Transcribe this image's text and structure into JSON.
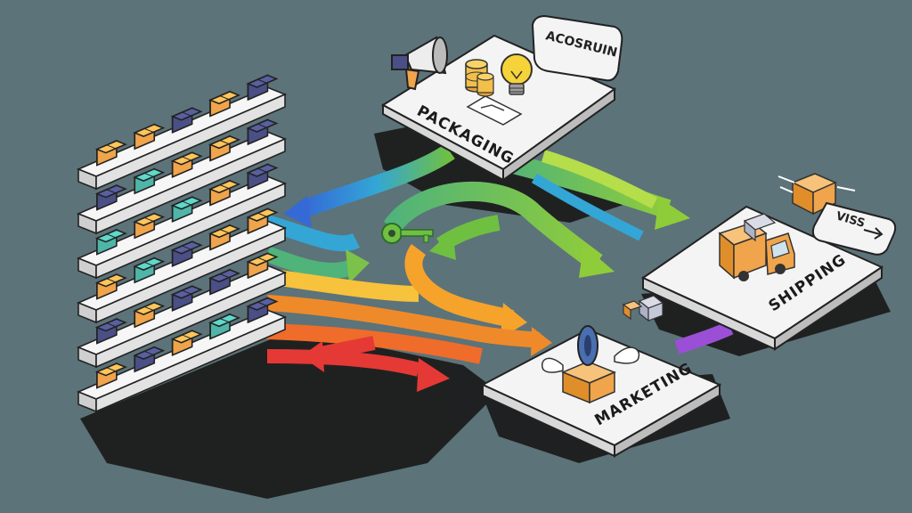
{
  "nodes": {
    "packaging": {
      "label": "PACKAGING"
    },
    "shipping": {
      "label": "SHIPPING"
    },
    "marketing": {
      "label": "MARKETING"
    }
  },
  "bubbles": {
    "top": {
      "text": "ACOSRUIN"
    },
    "right": {
      "text": "VISS"
    }
  },
  "colors": {
    "background": "#5c7379",
    "flows": [
      "#e53935",
      "#ef6c2a",
      "#f5a32b",
      "#f7c23c",
      "#9ccc3c",
      "#4fb37a",
      "#33a6d6",
      "#3569d6",
      "#9b4fd6"
    ],
    "box_orange": "#f0a44b",
    "box_navy": "#4a4f86",
    "box_teal": "#4fb5a8"
  },
  "icons": [
    "megaphone-icon",
    "coins-icon",
    "lightbulb-icon",
    "delivery-truck-icon",
    "winged-box-icon",
    "key-icon",
    "moving-box-icon"
  ]
}
